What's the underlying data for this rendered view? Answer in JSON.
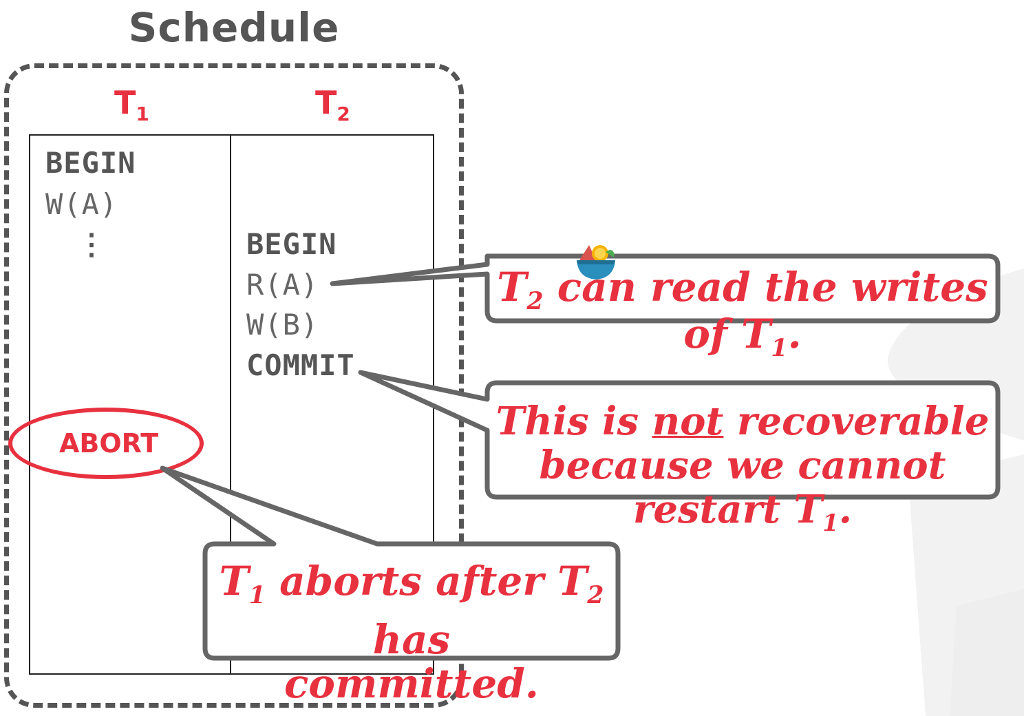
{
  "schedule": {
    "title": "Schedule",
    "transactions": [
      {
        "label": "T",
        "subscript": "1"
      },
      {
        "label": "T",
        "subscript": "2"
      }
    ],
    "t1_ops": {
      "begin": "BEGIN",
      "write": "W(A)",
      "ellipsis": "⋮",
      "abort": "ABORT"
    },
    "t2_ops": {
      "begin": "BEGIN",
      "read": "R(A)",
      "write": "W(B)",
      "commit": "COMMIT"
    }
  },
  "callouts": {
    "read_writes": {
      "t": "T",
      "t_sub": "2",
      "middle": " can read the writes of ",
      "t2": "T",
      "t2_sub": "1",
      "end": "."
    },
    "not_recoverable": {
      "line1_a": "This is ",
      "line1_emph": "not",
      "line1_b": " recoverable",
      "line2_a": "because we cannot restart ",
      "t": "T",
      "t_sub": "1",
      "end": "."
    },
    "aborts_after": {
      "t": "T",
      "t_sub": "1",
      "middle": " aborts after ",
      "t2": "T",
      "t2_sub": "2",
      "end": " has",
      "line2": "committed."
    }
  },
  "colors": {
    "accent_red": "#e8313f",
    "dark_gray": "#555555",
    "callout_border": "#666666"
  }
}
